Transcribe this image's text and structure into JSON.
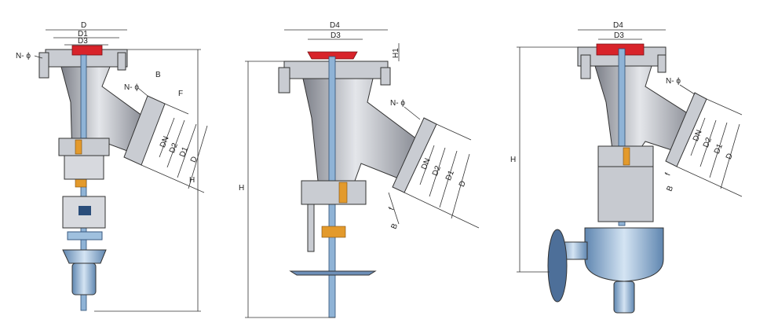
{
  "valve_left": {
    "labels": {
      "D": "D",
      "D1": "D1",
      "D3": "D3",
      "N_phi": "N- ϕ",
      "B": "B",
      "F": "F",
      "N_phi_side": "N- ϕ",
      "DN": "DN",
      "D2": "D2",
      "D1_side": "D1",
      "D_side": "D",
      "H": "H"
    }
  },
  "valve_middle": {
    "labels": {
      "D4": "D4",
      "D3": "D3",
      "H1": "H1",
      "N_phi": "N- ϕ",
      "DN": "DN",
      "D2": "D2",
      "D1": "D1",
      "D": "D",
      "H": "H",
      "f": "f",
      "B": "B"
    }
  },
  "valve_right": {
    "labels": {
      "D4": "D4",
      "D3": "D3",
      "N_phi": "N- ϕ",
      "DN": "DN",
      "D2": "D2",
      "D1": "D1",
      "D": "D",
      "H": "H",
      "f": "f",
      "B": "B"
    }
  },
  "colors": {
    "cap": "#d8232a",
    "stem": "#8fb3d6",
    "body": "#b9bcc4",
    "actuator": "#9fc0de",
    "nut": "#e39a2c"
  }
}
